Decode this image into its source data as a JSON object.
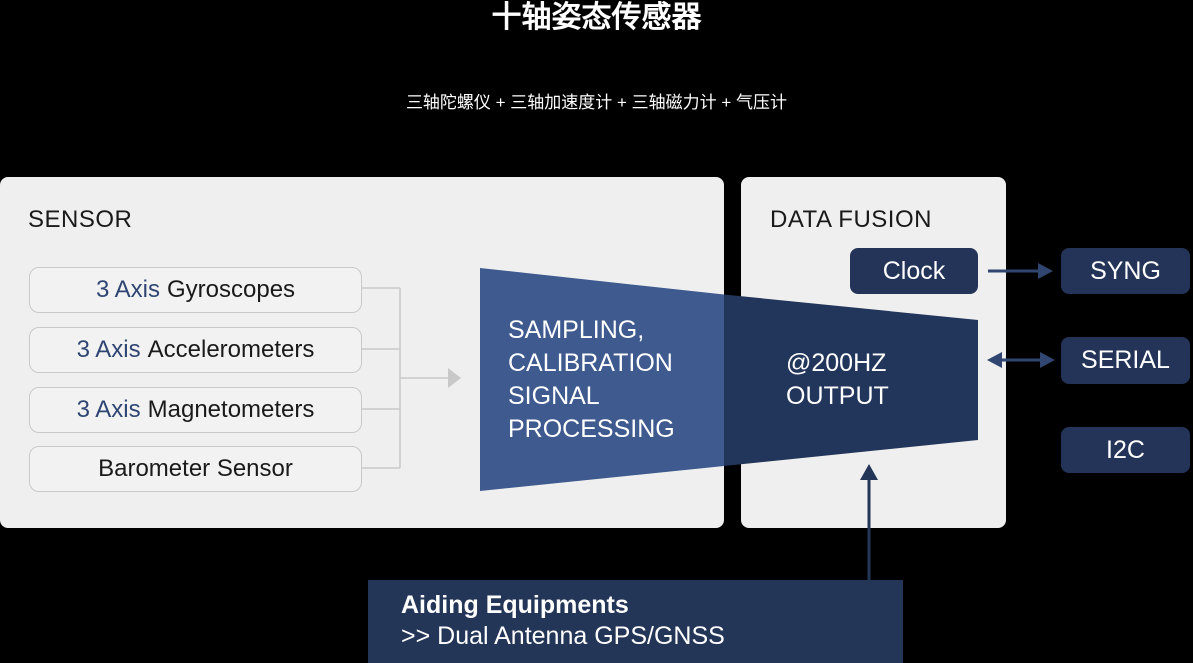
{
  "header": {
    "title": "十轴姿态传感器",
    "subtitle": "三轴陀螺仪 + 三轴加速度计 + 三轴磁力计 + 气压计"
  },
  "sensor_panel": {
    "label": "SENSOR",
    "items": [
      {
        "prefix": "3 Axis",
        "name": "Gyroscopes"
      },
      {
        "prefix": "3 Axis",
        "name": "Accelerometers"
      },
      {
        "prefix": "3 Axis",
        "name": "Magnetometers"
      },
      {
        "prefix": "",
        "name": "Barometer Sensor"
      }
    ]
  },
  "processing": {
    "line1": "SAMPLING,",
    "line2": "CALIBRATION",
    "line3": "SIGNAL",
    "line4": "PROCESSING"
  },
  "fusion_panel": {
    "label": "DATA FUSION",
    "clock": "Clock",
    "output_line1": "@200HZ",
    "output_line2": "OUTPUT"
  },
  "interfaces": {
    "sync": "SYNG",
    "serial": "SERIAL",
    "i2c": "I2C"
  },
  "aiding": {
    "title": "Aiding Equipments",
    "detail": ">> Dual Antenna GPS/GNSS"
  },
  "colors": {
    "background": "#000000",
    "panel": "#efefef",
    "funnel_light": "#3e5a8f",
    "funnel_dark": "#22355a",
    "pill": "#233458",
    "connector": "#c8c8c8",
    "arrow": "#30456f"
  }
}
